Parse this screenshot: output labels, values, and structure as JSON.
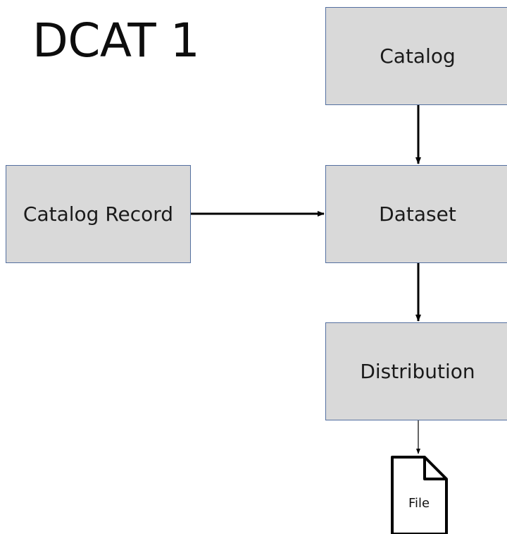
{
  "title": "DCAT 1",
  "nodes": {
    "catalog": "Catalog",
    "catalog_record": "Catalog Record",
    "dataset": "Dataset",
    "distribution": "Distribution",
    "file": "File"
  },
  "edges": [
    {
      "from": "catalog",
      "to": "dataset"
    },
    {
      "from": "catalog_record",
      "to": "dataset"
    },
    {
      "from": "dataset",
      "to": "distribution"
    },
    {
      "from": "distribution",
      "to": "file"
    }
  ],
  "colors": {
    "box_fill": "#d9d9d9",
    "box_border": "#5470a0",
    "arrow": "#000000",
    "text": "#1a1a1a"
  },
  "icons": {
    "file": "file-icon"
  }
}
